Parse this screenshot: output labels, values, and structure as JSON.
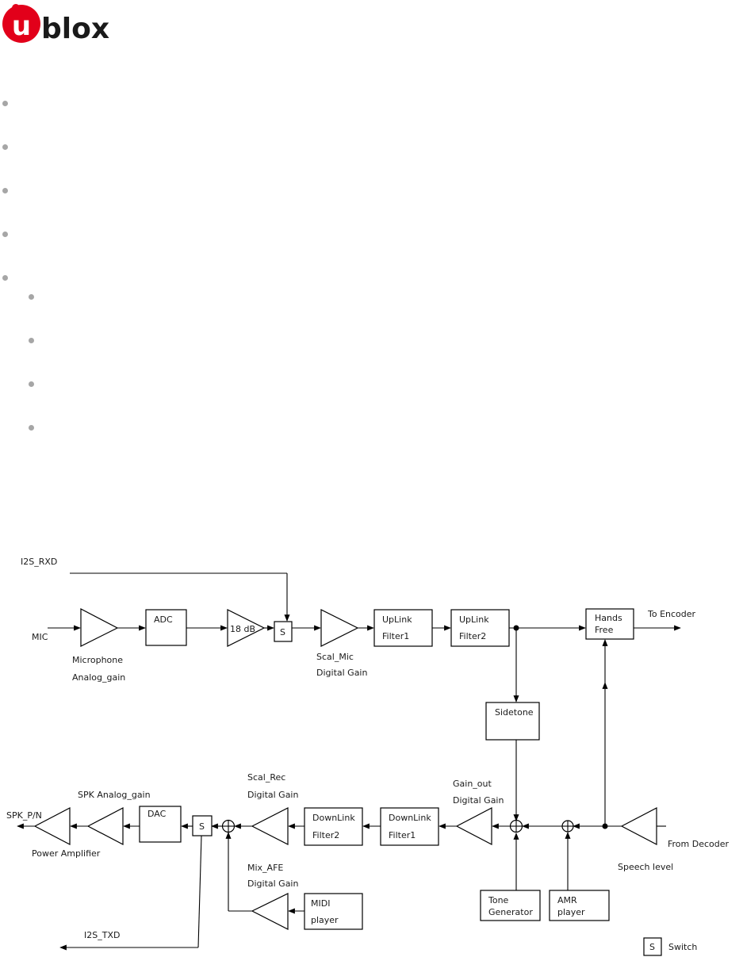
{
  "brand": {
    "logo_text": "ublox",
    "logo_color": "#e2001a"
  },
  "bullet_color": "#a6a6a6",
  "diagram": {
    "labels": {
      "i2s_rxd": "I2S_RXD",
      "mic": "MIC",
      "adc": "ADC",
      "gain_18db": "18 dB",
      "switch_top": "S",
      "uplink1_a": "UpLink",
      "uplink1_b": "Filter1",
      "uplink2_a": "UpLink",
      "uplink2_b": "Filter2",
      "hands_a": "Hands",
      "hands_b": "Free",
      "to_encoder": "To Encoder",
      "mic_gain_a": "Microphone",
      "mic_gain_b": "Analog_gain",
      "scal_mic_a": "Scal_Mic",
      "scal_mic_b": "Digital Gain",
      "sidetone": "Sidetone",
      "spk_analog": "SPK Analog_gain",
      "scal_rec_a": "Scal_Rec",
      "scal_rec_b": "Digital Gain",
      "gain_out_a": "Gain_out",
      "gain_out_b": "Digital Gain",
      "spk_pn": "SPK_P/N",
      "dac": "DAC",
      "switch_bottom": "S",
      "downlink2_a": "DownLink",
      "downlink2_b": "Filter2",
      "downlink1_a": "DownLink",
      "downlink1_b": "Filter1",
      "from_decoder": "From Decoder",
      "power_amp": "Power Amplifier",
      "speech_level": "Speech level",
      "mix_afe_a": "Mix_AFE",
      "mix_afe_b": "Digital Gain",
      "midi_a": "MIDI",
      "midi_b": "player",
      "tone_a": "Tone",
      "tone_b": "Generator",
      "amr_a": "AMR",
      "amr_b": "player",
      "i2s_txd": "I2S_TXD",
      "legend_s": "S",
      "legend_switch": "Switch"
    }
  }
}
